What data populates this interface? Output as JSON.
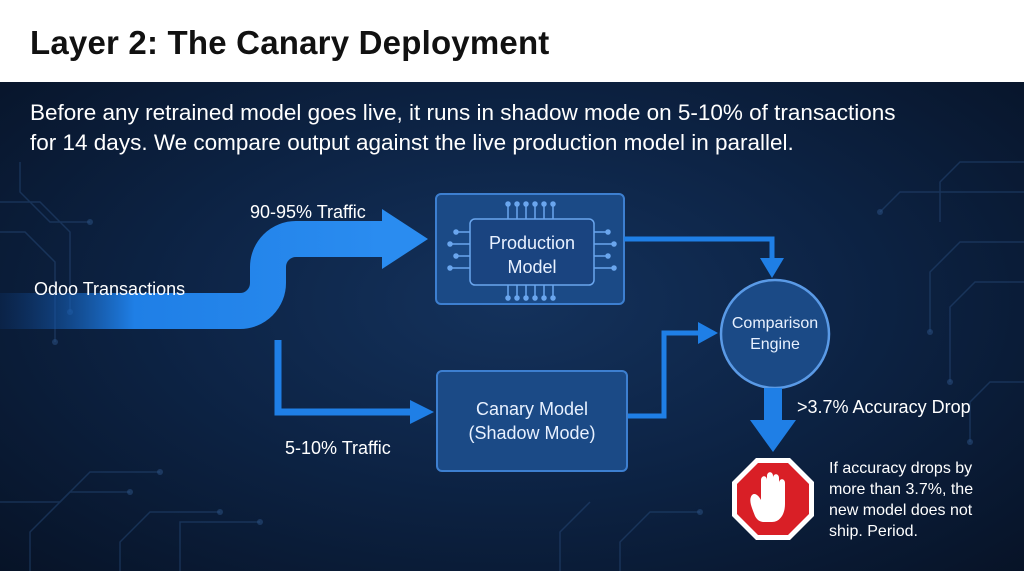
{
  "title": "Layer 2: The Canary Deployment",
  "intro": {
    "line1": "Before any retrained model goes live, it runs in shadow mode on 5-10% of transactions",
    "line2": "for 14 days. We compare output against the live production model in parallel."
  },
  "diagram": {
    "source_label": "Odoo Transactions",
    "main_traffic_label": "90-95% Traffic",
    "canary_traffic_label": "5-10% Traffic",
    "production_model": {
      "line1": "Production",
      "line2": "Model"
    },
    "canary_model": {
      "line1": "Canary Model",
      "line2": "(Shadow Mode)"
    },
    "comparison_engine": {
      "line1": "Comparison",
      "line2": "Engine"
    },
    "threshold_label": ">3.7% Accuracy Drop",
    "stop_message": {
      "line1": "If accuracy drops by",
      "line2": "more than 3.7%, the",
      "line3": "new model does not",
      "line4": "ship. Period."
    }
  },
  "colors": {
    "background": "#0b1f3e",
    "flow_blue": "#1f7fe6",
    "box_fill": "#1b4a86",
    "box_border": "#3d7fd0",
    "stop_red": "#d91f26"
  },
  "icons": [
    "chip-icon",
    "stop-hand-icon"
  ]
}
